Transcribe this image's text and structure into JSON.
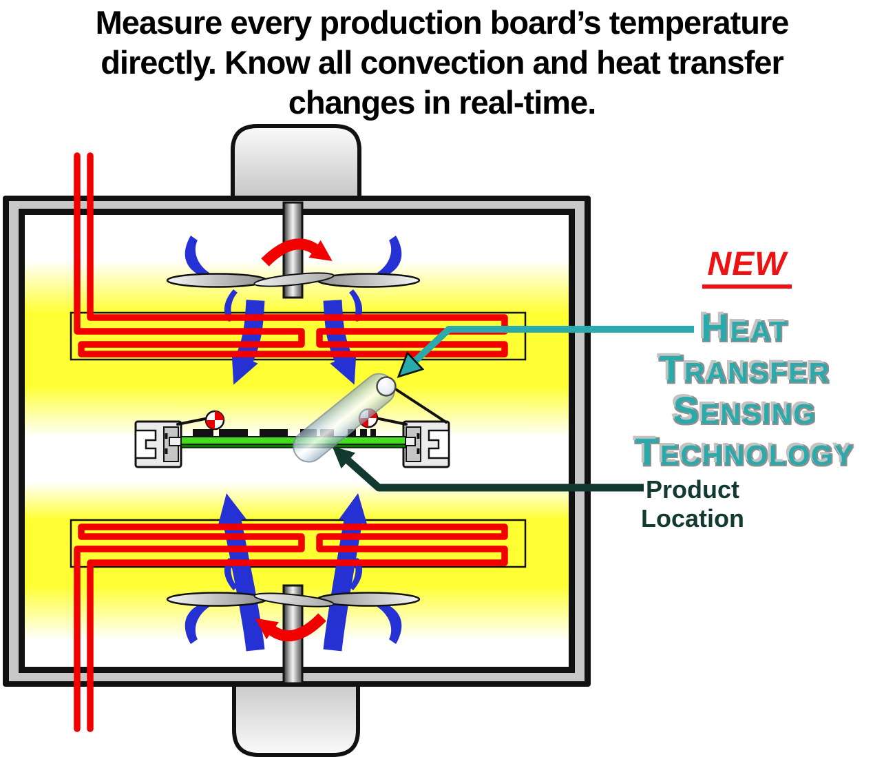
{
  "page": {
    "background": "#FFFFFF"
  },
  "header": {
    "title_lines": [
      "Measure every production board’s temperature",
      "directly. Know all convection and heat transfer",
      "changes in real-time."
    ]
  },
  "callouts": {
    "new_badge": "NEW",
    "tech_words": [
      "Heat",
      "Transfer",
      "Sensing",
      "Technology"
    ],
    "product_location": "Product Location"
  },
  "colors": {
    "accent_teal": "#2AAAAA",
    "new_red": "#EE1111",
    "product_green": "#123A31",
    "heater_red": "#F20000",
    "flow_blue": "#2531D2",
    "board_green": "#46DC1F",
    "glow_yellow": "#FFFF34",
    "metal_gray": "#C8C8C8"
  },
  "diagram": {
    "icons": [
      "fan-motor-icon",
      "fan-shaft-icon",
      "fan-blades-icon",
      "rotation-arrow-icon",
      "convection-arrow-icon",
      "heater-coil-icon",
      "oven-chamber-icon",
      "pcb-board-icon",
      "rail-bracket-icon",
      "target-marker-icon",
      "sensor-probe-icon"
    ]
  }
}
